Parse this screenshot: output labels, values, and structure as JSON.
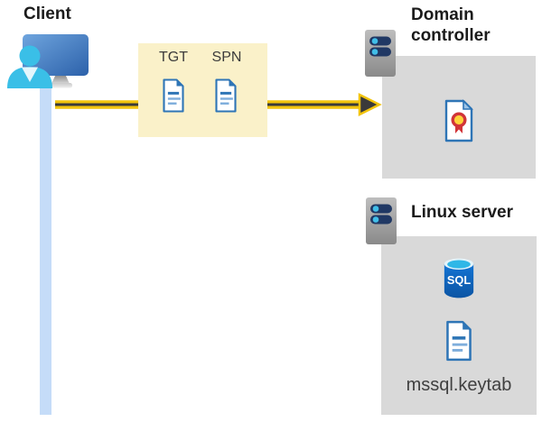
{
  "client": {
    "label": "Client"
  },
  "ticket_box": {
    "tgt_label": "TGT",
    "spn_label": "SPN"
  },
  "domain_controller": {
    "label": "Domain controller"
  },
  "linux_server": {
    "label": "Linux server",
    "sql_icon_text": "SQL",
    "keytab_label": "mssql.keytab"
  },
  "icons": {
    "client_workstation": "monitor-with-user-silhouette",
    "server": "gray-server-tower-with-two-led-bars",
    "tgt_document": "blue-outlined-document-with-text-lines",
    "spn_document": "blue-outlined-document-with-text-lines",
    "certificate": "document-with-red-yellow-ribbon-seal",
    "sql_database": "blue-cylinder-database-labeled-SQL",
    "keytab_document": "blue-outlined-document-with-text-lines",
    "auth_arrow": "yellow-and-black-right-arrow"
  },
  "colors": {
    "arrow_yellow": "#f2c40d",
    "arrow_dark": "#3a3a3a",
    "ticket_box_bg": "#faf1c9",
    "panel_gray": "#d9d9d9",
    "client_bar_blue": "#c5dcf8",
    "doc_blue": "#2e75b6",
    "doc_line_light_blue": "#7faedc",
    "sql_cyan": "#2fb7e7",
    "server_pill_navy": "#203864",
    "server_led_cyan": "#41bee8",
    "person_cyan": "#3abfe7",
    "ribbon_red": "#d13438",
    "ribbon_yellow": "#ffd23b",
    "label_text": "#1b1b1b",
    "keytab_text": "#404040"
  }
}
